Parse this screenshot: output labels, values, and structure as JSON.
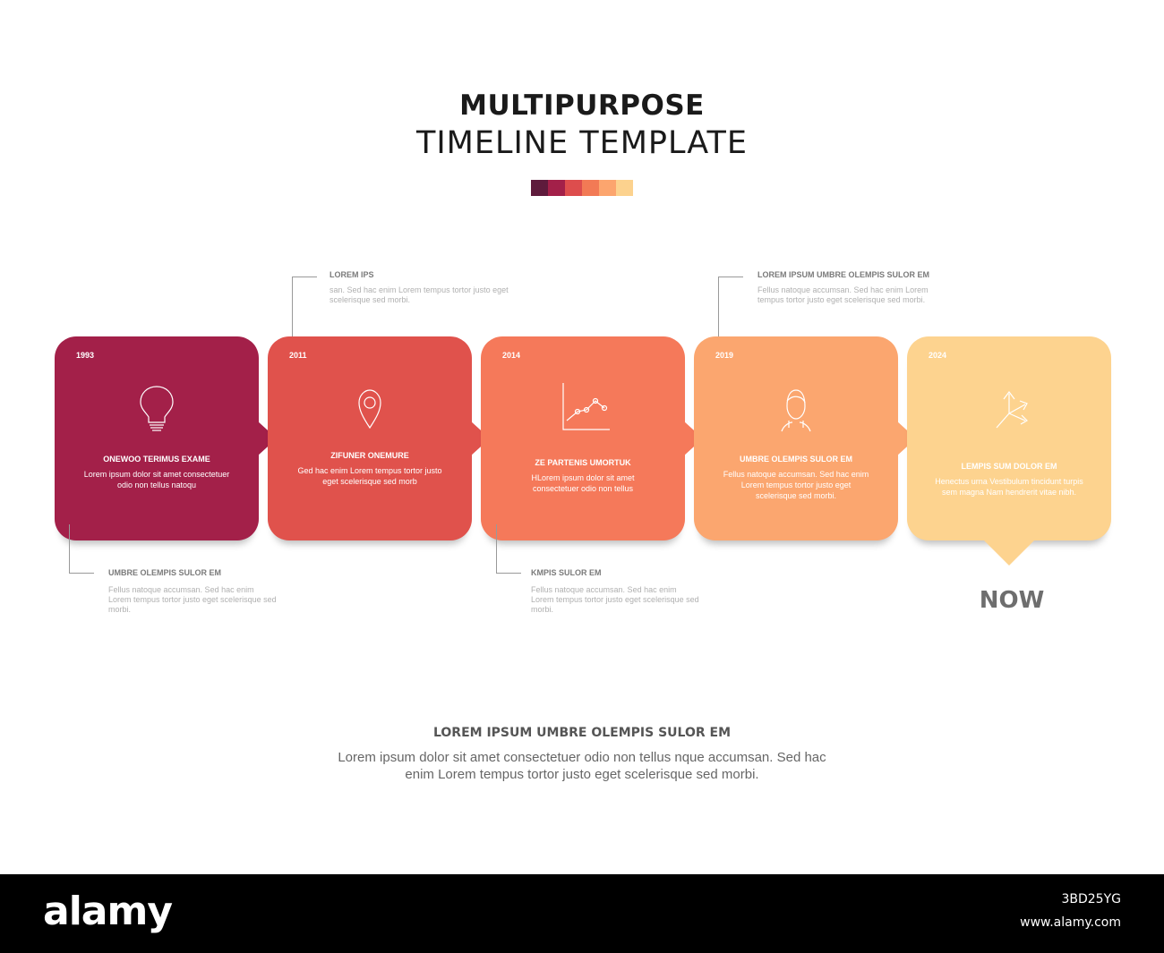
{
  "header": {
    "title": "MULTIPURPOSE",
    "subtitle": "TIMELINE TEMPLATE",
    "swatches": [
      "#5e1b3c",
      "#a32049",
      "#dd4d4d",
      "#f27a55",
      "#fca56e",
      "#fcd28e"
    ]
  },
  "cards": [
    {
      "year": "1993",
      "icon": "lightbulb-icon",
      "title": "ONEWOO TERIMUS EXAME",
      "text": "Lorem ipsum dolor sit amet consectetuer odio non tellus natoqu",
      "color": "#a32049"
    },
    {
      "year": "2011",
      "icon": "map-pin-icon",
      "title": "ZIFUNER ONEMURE",
      "text": "Ged hac enim Lorem tempus tortor justo eget scelerisque sed morb",
      "color": "#e0524c"
    },
    {
      "year": "2014",
      "icon": "line-chart-icon",
      "title": "ZE PARTENIS UMORTUK",
      "text": "HLorem ipsum dolor sit amet consectetuer odio non tellus",
      "color": "#f5795a"
    },
    {
      "year": "2019",
      "icon": "user-icon",
      "title": "UMBRE OLEMPIS SULOR EM",
      "text": "Fellus natoque accumsan. Sed hac enim Lorem tempus tortor justo eget scelerisque sed morbi.",
      "color": "#fba66f"
    },
    {
      "year": "2024",
      "icon": "split-arrows-icon",
      "title": "LEMPIS SUM DOLOR EM",
      "text": "Henectus urna Vestibulum tincidunt turpis sem magna Nam hendrerit vitae nibh.",
      "color": "#fdd38f"
    }
  ],
  "callouts_top": [
    {
      "title": "LOREM IPS",
      "text": "san. Sed hac enim Lorem tempus tortor justo eget scelerisque sed morbi."
    },
    {
      "title": "LOREM IPSUM UMBRE OLEMPIS SULOR EM",
      "text": "Fellus natoque accumsan. Sed hac enim Lorem tempus tortor justo eget scelerisque sed morbi."
    }
  ],
  "callouts_bottom": [
    {
      "title": "UMBRE OLEMPIS SULOR EM",
      "text": "Fellus natoque accumsan. Sed hac enim Lorem tempus tortor justo eget scelerisque sed morbi."
    },
    {
      "title": "KMPIS SULOR EM",
      "text": "Fellus natoque accumsan. Sed hac enim Lorem tempus tortor justo eget scelerisque sed morbi."
    }
  ],
  "now_label": "NOW",
  "bottom": {
    "title": "LOREM IPSUM UMBRE OLEMPIS SULOR EM",
    "text": "Lorem ipsum dolor sit amet consectetuer odio non tellus nque accumsan. Sed hac enim Lorem tempus tortor justo eget scelerisque sed morbi."
  },
  "footer": {
    "logo": "alamy",
    "image_code": "3BD25YG",
    "url": "www.alamy.com"
  }
}
